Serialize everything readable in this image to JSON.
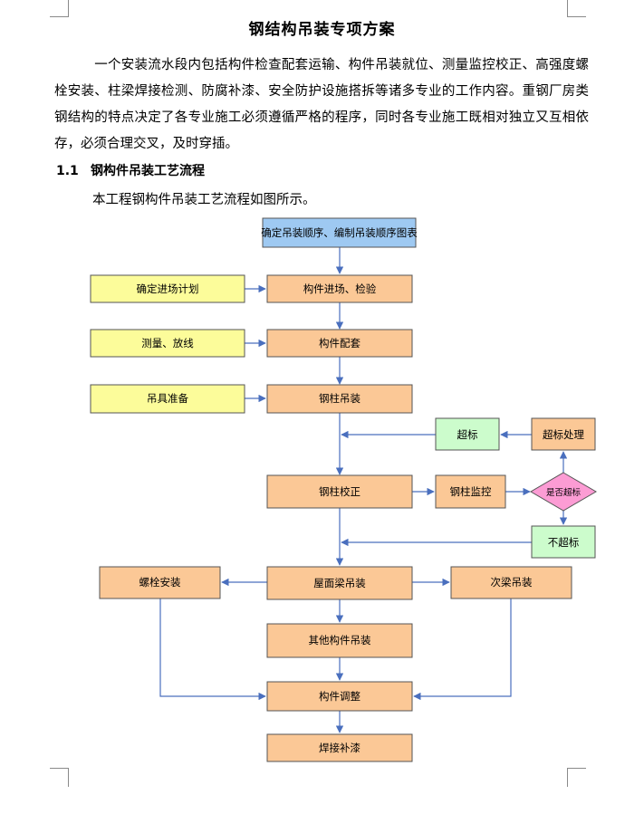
{
  "document": {
    "title": "钢结构吊装专项方案",
    "paragraph": "一个安装流水段内包括构件检查配套运输、构件吊装就位、测量监控校正、高强度螺栓安装、柱梁焊接检测、防腐补漆、安全防护设施搭拆等诸多专业的工作内容。重钢厂房类钢结构的特点决定了各专业施工必须遵循严格的程序，同时各专业施工既相对独立又互相依存，必须合理交叉，及时穿插。",
    "section_number": "1.1",
    "section_title": "钢构件吊装工艺流程",
    "intro": "本工程钢构件吊装工艺流程如图所示。"
  },
  "flowchart": {
    "colors": {
      "blue": "#9ec9f2",
      "orange": "#fbc896",
      "yellow": "#fcfc9a",
      "green": "#ccfccc",
      "pink": "#fc9cd4",
      "arrow": "#4a6fbe"
    },
    "nodes": {
      "start": "确定吊装顺序、编制吊装顺序图表",
      "plan": "确定进场计划",
      "arrival": "构件进场、检验",
      "survey": "测量、放线",
      "matching": "构件配套",
      "rigging": "吊具准备",
      "column_lift": "钢柱吊装",
      "exceed": "超标",
      "exceed_handle": "超标处理",
      "column_correct": "钢柱校正",
      "column_monitor": "钢柱监控",
      "decision": "是否超标",
      "not_exceed": "不超标",
      "bolt": "螺栓安装",
      "roof_beam": "屋面梁吊装",
      "secondary_beam": "次梁吊装",
      "other": "其他构件吊装",
      "adjust": "构件调整",
      "weld": "焊接补漆"
    }
  }
}
